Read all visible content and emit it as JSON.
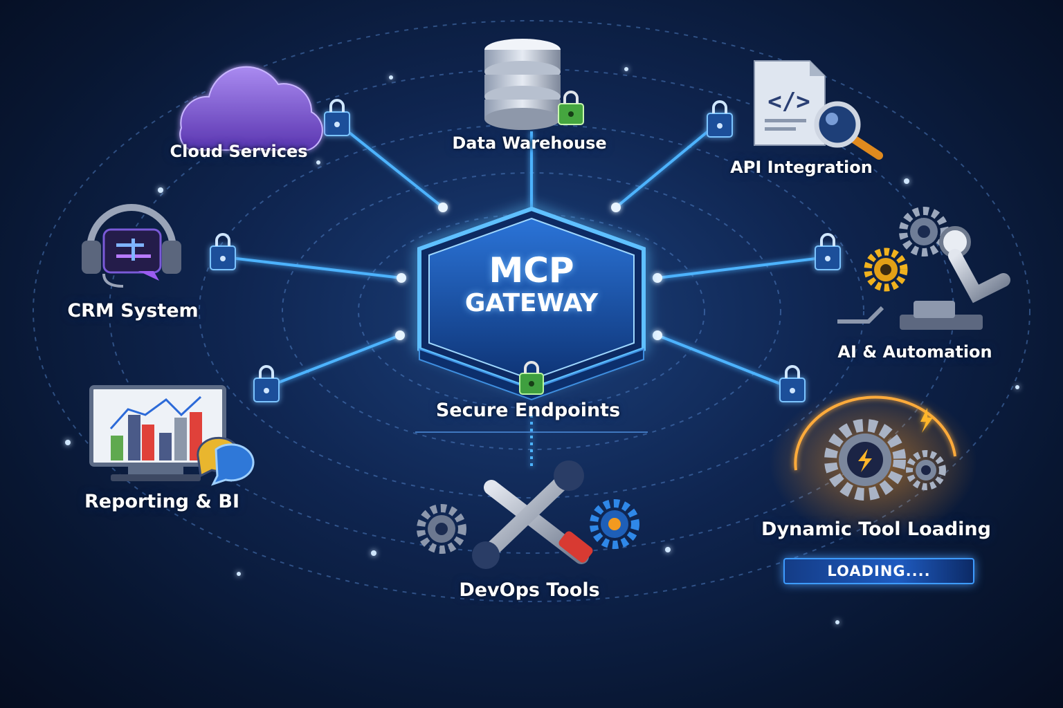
{
  "gateway": {
    "line1": "MCP",
    "line2": "GATEWAY",
    "caption": "Secure Endpoints"
  },
  "nodes": {
    "cloud": "Cloud Services",
    "warehouse": "Data Warehouse",
    "api": "API Integration",
    "crm": "CRM System",
    "ai": "AI & Automation",
    "reporting": "Reporting & BI",
    "devops": "DevOps Tools",
    "dynamic": "Dynamic Tool Loading"
  },
  "loading": {
    "label": "LOADING...."
  },
  "colors": {
    "background": "#0b1d42",
    "accent": "#3fa9ff",
    "gateway": "#1a56b8",
    "lock-green": "#4caf50",
    "cloud": "#8b5cd6",
    "dynamic-glow": "#ff9a1f"
  }
}
